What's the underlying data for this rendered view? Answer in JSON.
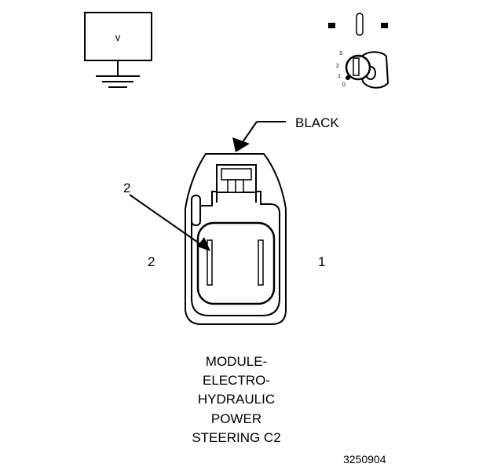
{
  "voltmeter": {
    "symbol": "v"
  },
  "ignition": {
    "positions": [
      "0",
      "1",
      "2",
      "3"
    ]
  },
  "connector": {
    "color_label": "BLACK",
    "callout_number": "2",
    "pin_left_label": "2",
    "pin_right_label": "1"
  },
  "title_lines": [
    "MODULE-",
    "ELECTRO-",
    "HYDRAULIC",
    "POWER",
    "STEERING C2"
  ],
  "figure_id": "3250904",
  "colors": {
    "ink": "#000000",
    "background": "#ffffff"
  }
}
